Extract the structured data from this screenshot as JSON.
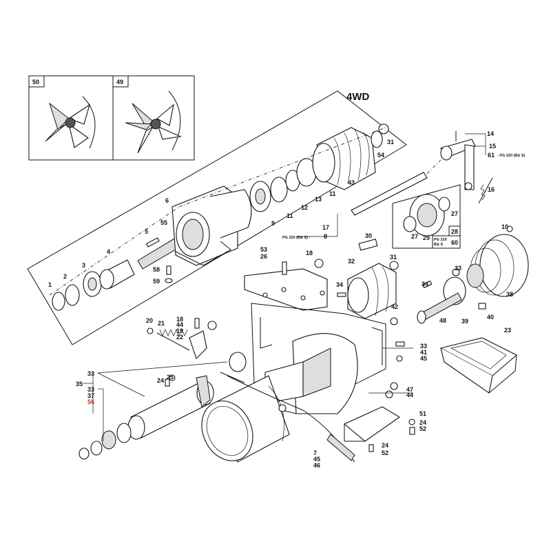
{
  "panel": {
    "title": "4WD",
    "inset_50": "50",
    "inset_49": "49"
  },
  "labels": {
    "l1": "1",
    "l2": "2",
    "l3": "3",
    "l4": "4",
    "l5": "5",
    "l6": "6",
    "l55": "55",
    "l58": "58",
    "l59": "59",
    "l9": "9",
    "l11a": "11",
    "l12": "12",
    "l13": "13",
    "l11b": "11",
    "l43": "43",
    "l54": "54",
    "l31a": "31",
    "l14": "14",
    "l15": "15",
    "l61": "61",
    "l16": "16",
    "l17": "17",
    "l8": "8",
    "l27a": "27",
    "l27b": "27",
    "l29": "29",
    "l28": "28",
    "l60": "60",
    "l30": "30",
    "l10": "10",
    "l53": "53",
    "l26": "26",
    "l18a": "18",
    "l32": "32",
    "l31b": "31",
    "l34a": "34",
    "l34b": "34",
    "l33a": "33",
    "l38": "38",
    "l42": "42",
    "l48": "48",
    "l39": "39",
    "l40": "40",
    "l20": "20",
    "l21": "21",
    "l18b": "18",
    "l44a": "44",
    "l19": "19",
    "l22": "22",
    "l33b": "33",
    "l41": "41",
    "l45a": "45",
    "l23": "23",
    "l33c": "33",
    "l35": "35",
    "l24a": "24",
    "l25": "25",
    "l33d": "33",
    "l37": "37",
    "l56": "56",
    "l47": "47",
    "l44b": "44",
    "l51": "51",
    "l24b": "24",
    "l52a": "52",
    "l24c": "24",
    "l52b": "52",
    "l7": "7",
    "l45b": "45",
    "l46": "46"
  },
  "notes": {
    "n61": "- PG 220 (B& S)",
    "n8": "PG 220 (B& S) -",
    "n60a": "PG 220",
    "n60b": "B& S"
  },
  "colors": {
    "line": "#111111",
    "highlight_label": "#c0392b"
  }
}
